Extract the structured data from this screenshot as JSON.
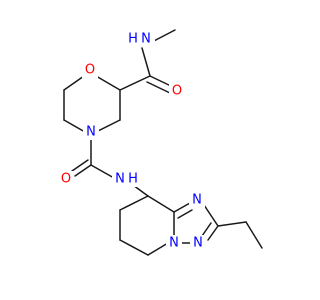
{
  "molecule": {
    "atoms": {
      "o_ring": "O",
      "n_ring": "N",
      "nh_top": "N",
      "h_top": "H",
      "o_amide_top": "O",
      "o_urea": "O",
      "nh_urea": "N",
      "h_urea": "H",
      "n_triazole_upper": "N",
      "n_triazole_lower": "N",
      "n_bridge": "N"
    },
    "colors": {
      "O": "#ff0000",
      "N": "#0000ff",
      "bond": "#1a1a1a"
    }
  }
}
